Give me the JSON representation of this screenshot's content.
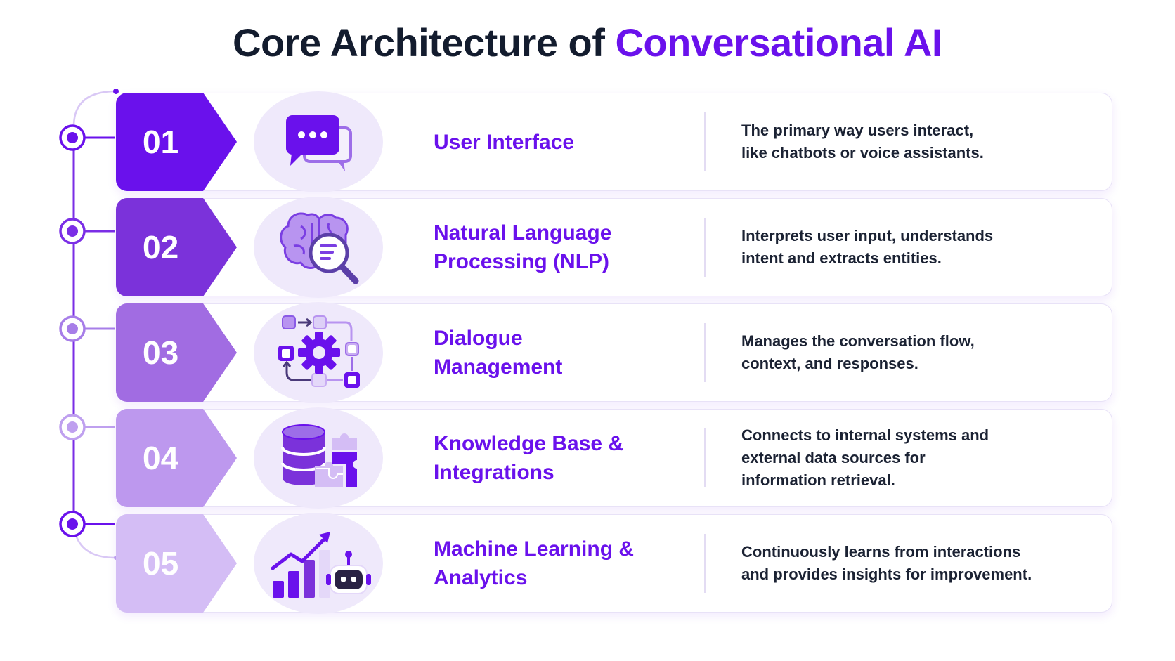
{
  "page": {
    "title_prefix": "Core Architecture of",
    "title_highlight": "Conversational AI"
  },
  "colors": {
    "accent": "#6a11ec",
    "title_dark": "#131c2e",
    "badge_1": "#6a11ec",
    "badge_2": "#7b32da",
    "badge_3": "#a16ce2",
    "badge_4": "#bd98ee",
    "badge_5": "#d4bdf5"
  },
  "items": [
    {
      "number": "01",
      "title_line1": "User Interface",
      "title_line2": "",
      "desc_line1": "The primary way users interact,",
      "desc_line2": "like chatbots or voice assistants.",
      "desc_line3": "",
      "icon": "chat-bubbles-icon"
    },
    {
      "number": "02",
      "title_line1": "Natural Language",
      "title_line2": "Processing (NLP)",
      "desc_line1": "Interprets user input, understands",
      "desc_line2": "intent and extracts entities.",
      "desc_line3": "",
      "icon": "brain-magnifier-icon"
    },
    {
      "number": "03",
      "title_line1": "Dialogue",
      "title_line2": "Management",
      "desc_line1": "Manages the conversation flow,",
      "desc_line2": "context, and responses.",
      "desc_line3": "",
      "icon": "gear-flow-icon"
    },
    {
      "number": "04",
      "title_line1": "Knowledge Base &",
      "title_line2": "Integrations",
      "desc_line1": "Connects to internal systems and",
      "desc_line2": "external data sources for",
      "desc_line3": "information retrieval.",
      "icon": "database-puzzle-icon"
    },
    {
      "number": "05",
      "title_line1": "Machine Learning &",
      "title_line2": "Analytics",
      "desc_line1": "Continuously learns from interactions",
      "desc_line2": "and provides insights for improvement.",
      "desc_line3": "",
      "icon": "chart-robot-icon"
    }
  ]
}
